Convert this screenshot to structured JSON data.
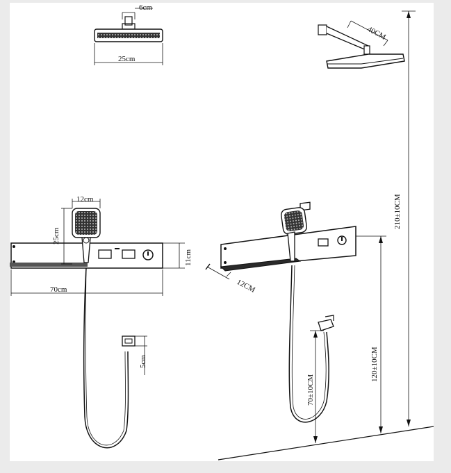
{
  "dimensions": {
    "head_connector_width": "6cm",
    "head_width": "25cm",
    "arm_length": "40CM",
    "head_height_from_floor": "210±10CM",
    "handset_width": "12cm",
    "handset_height": "25cm",
    "panel_height": "11cm",
    "panel_width": "70cm",
    "outlet_height": "5cm",
    "shelf_depth": "12CM",
    "outlet_height_from_floor": "70±10CM",
    "panel_top_from_floor": "120±10CM"
  },
  "colors": {
    "background": "#ebebeb",
    "sheet": "#ffffff",
    "line": "#111111",
    "metal_dark": "#2a2a2a",
    "metal_mid": "#555555"
  }
}
